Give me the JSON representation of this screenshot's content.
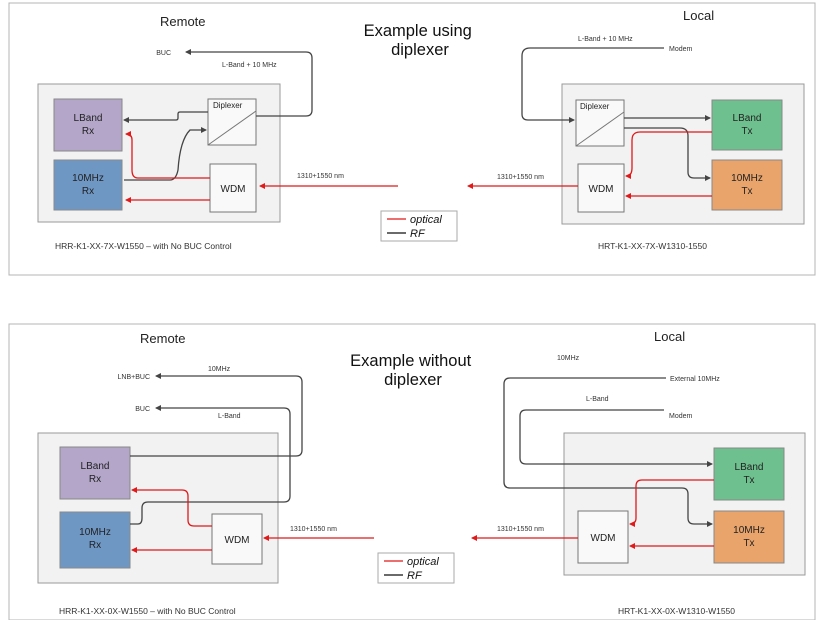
{
  "diagrams": [
    {
      "title": "Example using\ndiplexer",
      "remote_label": "Remote",
      "local_label": "Local",
      "remote": {
        "lband_rx": "LBand\nRx",
        "tenmhz_rx": "10MHz\nRx",
        "diplexer": "Diplexer",
        "wdm": "WDM",
        "buc": "BUC",
        "rf_label": "L-Band + 10 MHz",
        "caption": "HRR-K1-XX-7X-W1550 – with No BUC Control"
      },
      "local": {
        "lband_tx": "LBand\nTx",
        "tenmhz_tx": "10MHz\nTx",
        "diplexer": "Diplexer",
        "wdm": "WDM",
        "modem": "Modem",
        "rf_label": "L-Band + 10 MHz",
        "caption": "HRT-K1-XX-7X-W1310-1550"
      },
      "fiber_left": "1310+1550 nm",
      "fiber_right": "1310+1550 nm",
      "legend": {
        "optical": "optical",
        "rf": "RF"
      }
    },
    {
      "title": "Example without\ndiplexer",
      "remote_label": "Remote",
      "local_label": "Local",
      "remote": {
        "lband_rx": "LBand\nRx",
        "tenmhz_rx": "10MHz\nRx",
        "wdm": "WDM",
        "lnb_buc": "LNB+BUC",
        "buc": "BUC",
        "tenmhz_label": "10MHz",
        "lband_label": "L-Band",
        "caption": "HRR-K1-XX-0X-W1550 – with No BUC Control"
      },
      "local": {
        "lband_tx": "LBand\nTx",
        "tenmhz_tx": "10MHz\nTx",
        "wdm": "WDM",
        "ext10": "External 10MHz",
        "modem": "Modem",
        "tenmhz_label": "10MHz",
        "lband_label": "L-Band",
        "caption": "HRT-K1-XX-0X-W1310-W1550"
      },
      "fiber_left": "1310+1550 nm",
      "fiber_right": "1310+1550 nm",
      "legend": {
        "optical": "optical",
        "rf": "RF"
      }
    }
  ],
  "colors": {
    "lband_rx": "#b3a6c9",
    "tenmhz_rx": "#6f97c4",
    "lband_tx": "#6fc08f",
    "tenmhz_tx": "#e9a46b",
    "optical": "#e0191b",
    "rf": "#444444"
  }
}
